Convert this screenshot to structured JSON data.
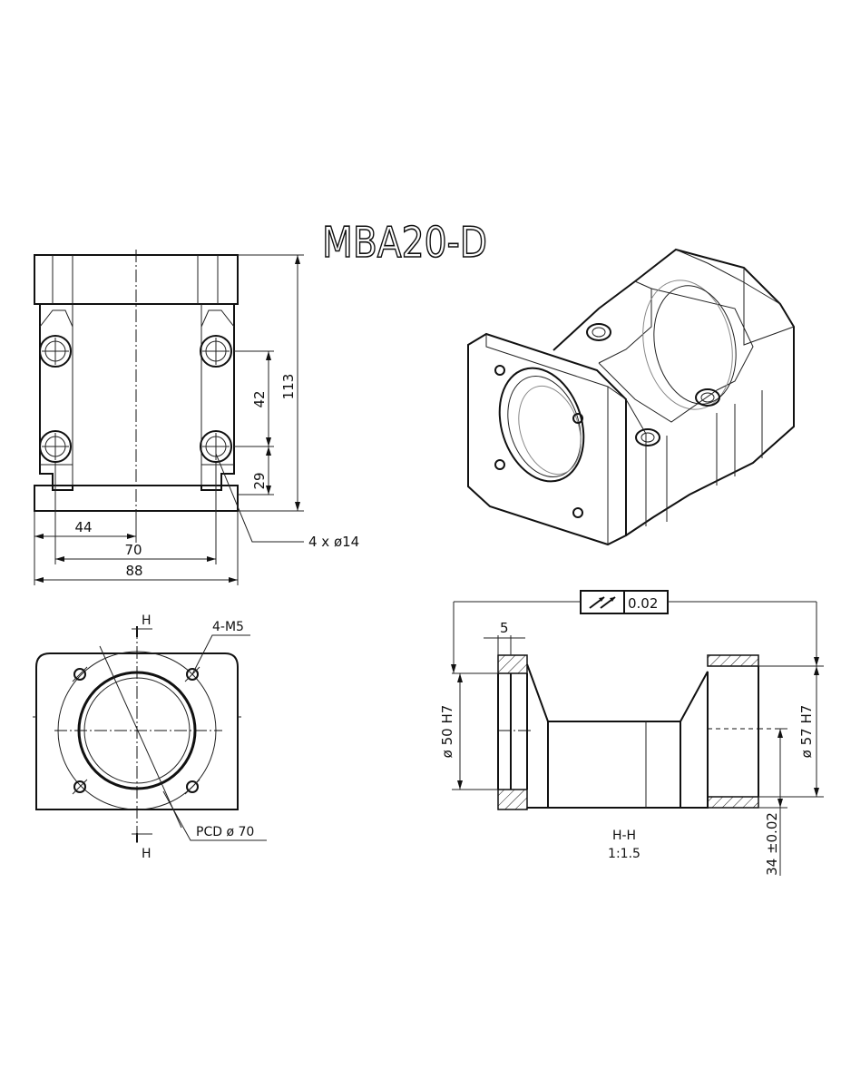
{
  "title": "MBA20-D",
  "front_view": {
    "dim_44": "44",
    "dim_70": "70",
    "dim_88": "88",
    "dim_113": "113",
    "dim_42": "42",
    "dim_29": "29",
    "hole_callout": "4 x ø14"
  },
  "side_view": {
    "section_mark_top": "H",
    "section_mark_bottom": "H",
    "thread_callout": "4-M5",
    "pcd_callout": "PCD ø 70"
  },
  "section_view": {
    "runout_tolerance": "0.02",
    "dim_5": "5",
    "bore_left": "ø 50 H7",
    "bore_right": "ø 57 H7",
    "height_dim": "34 ±0.02",
    "section_label": "H-H",
    "scale_label": "1:1.5"
  }
}
